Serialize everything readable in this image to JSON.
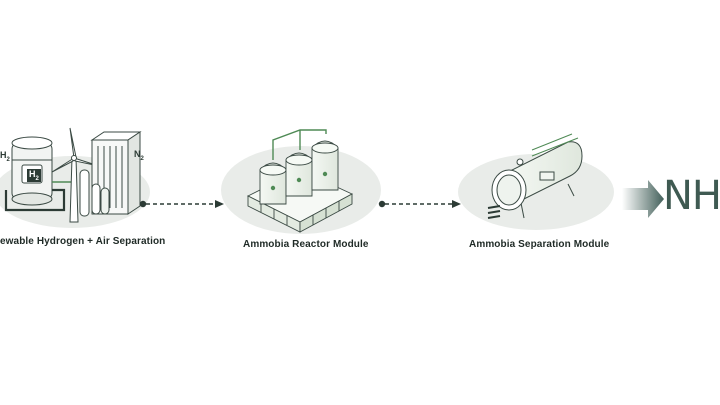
{
  "stages": [
    {
      "label": "ewable Hydrogen + Air Separation"
    },
    {
      "label": "Ammobia Reactor Module"
    },
    {
      "label": "Ammobia Separation Module"
    }
  ],
  "chemicals": {
    "h2_left": "H",
    "h2_tank": "H",
    "n2": "N",
    "subscript": "2"
  },
  "product": {
    "text": "NH"
  },
  "colors": {
    "platform": "#e9ece9",
    "line": "#3b4a44",
    "accent": "#4f8a55",
    "arrow": "#43605a",
    "text": "#1f2a26"
  }
}
